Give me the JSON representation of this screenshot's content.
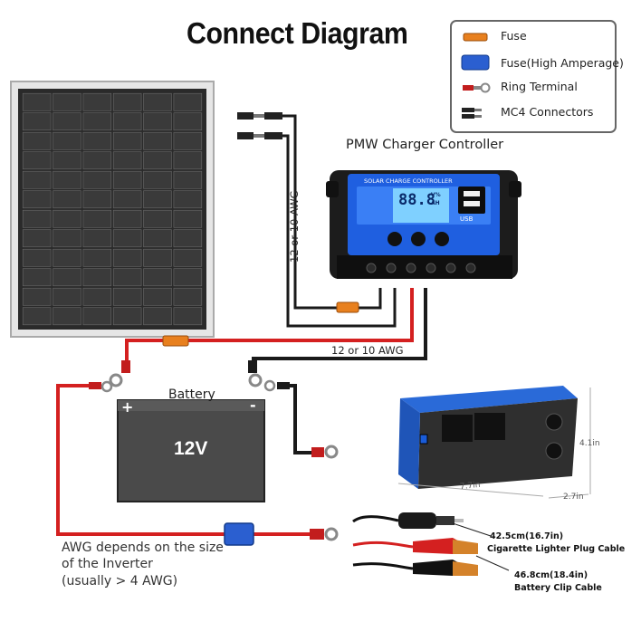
{
  "title": "Connect Diagram",
  "legend": {
    "items": [
      {
        "icon": "fuse-icon",
        "label": "Fuse"
      },
      {
        "icon": "high-amperage-fuse-icon",
        "label": "Fuse(High Amperage)"
      },
      {
        "icon": "ring-terminal-icon",
        "label": "Ring Terminal"
      },
      {
        "icon": "mc4-connector-icon",
        "label": "MC4 Connectors"
      }
    ]
  },
  "controller": {
    "label": "PMW Charger Controller",
    "screen_title": "SOLAR CHARGE CONTROLLER",
    "readout": "88.8",
    "unit_top": "V%",
    "unit_bottom": "AH",
    "usb": "USB"
  },
  "wires": {
    "panel_gauge": "12 or 10 AWG",
    "battery_gauge": "12 or 10 AWG"
  },
  "battery": {
    "label": "Battery",
    "voltage": "12V",
    "plus": "+",
    "minus": "-"
  },
  "inverter_note": {
    "line1": "AWG depends on the size",
    "line2": "of the Inverter",
    "line3": "(usually  > 4 AWG)"
  },
  "inverter_dims": {
    "height": "4.1in",
    "length": "7.7in",
    "width": "2.7in"
  },
  "cables": {
    "cig_length": "42.5cm(16.7in)",
    "cig_name": "Cigarette Lighter Plug Cable",
    "clip_length": "46.8cm(18.4in)",
    "clip_name": "Battery Clip Cable"
  },
  "colors": {
    "red_wire": "#d42020",
    "black_wire": "#1a1a1a",
    "fuse": "#e8801e",
    "high_amp_fuse": "#2b5fd0",
    "controller_blue": "#1f5fe0",
    "inverter_blue": "#2a6ad8"
  }
}
